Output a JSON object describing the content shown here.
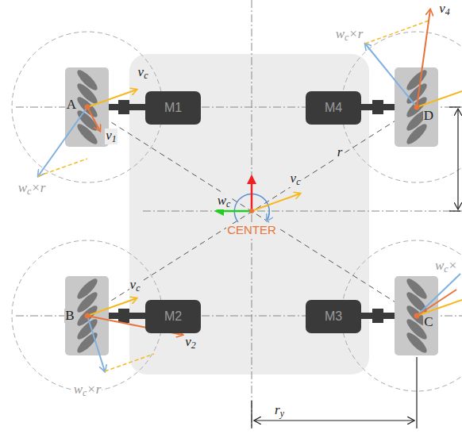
{
  "diagram": {
    "nodes": [
      {
        "text": [
          "M1"
        ]
      },
      {
        "text": [
          "M2"
        ]
      },
      {
        "text": [
          "M3"
        ]
      },
      {
        "text": [
          "M4"
        ]
      }
    ],
    "labels": [
      "v4",
      "wc×r",
      "vc",
      "A",
      "v1",
      "wc×r",
      "r",
      "vc",
      "wc",
      "CENTER",
      "vc",
      "B",
      "v2",
      "wc×r",
      "C",
      "wc×",
      "D",
      "ry"
    ]
  }
}
